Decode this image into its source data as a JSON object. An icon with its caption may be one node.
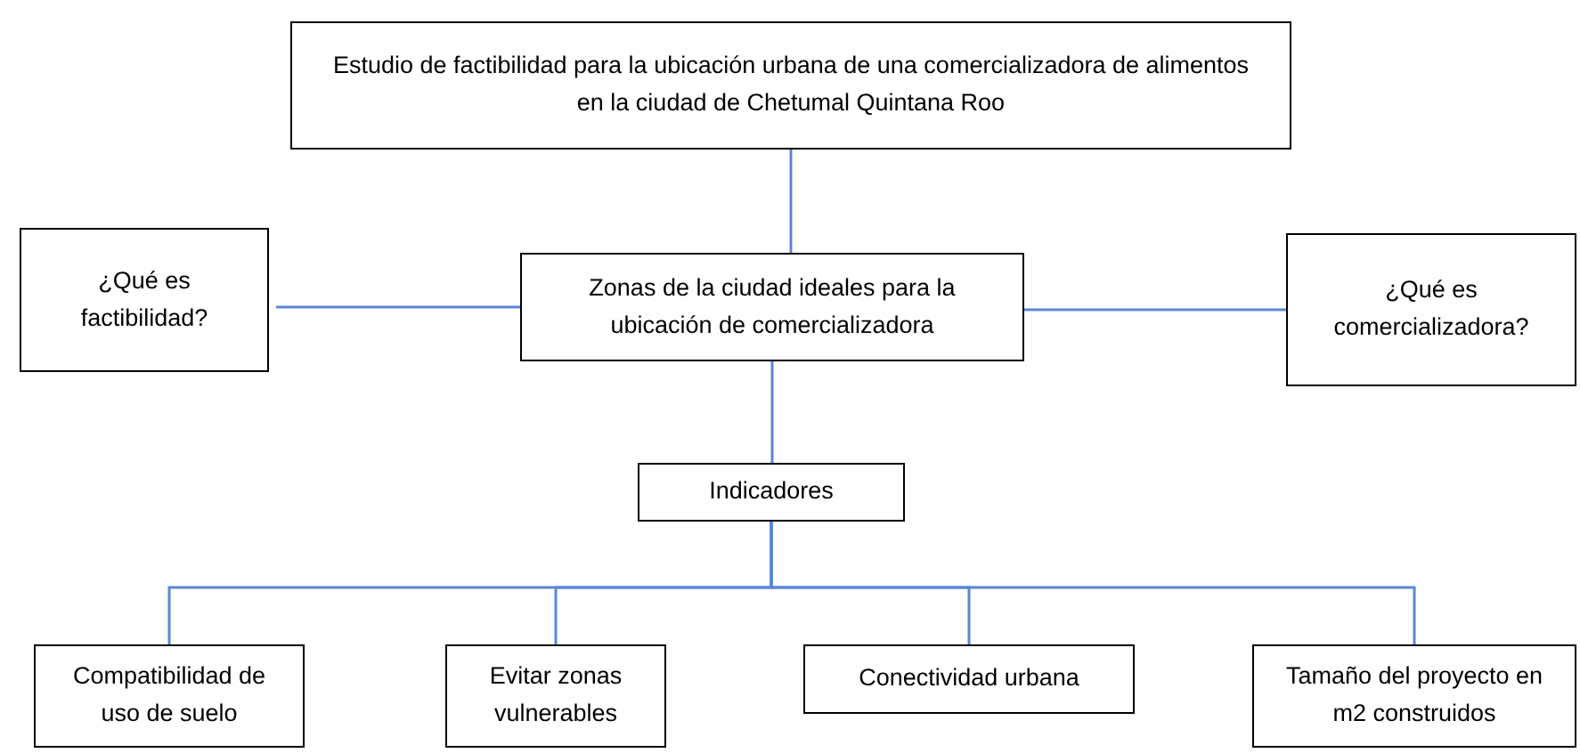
{
  "diagram": {
    "nodes": [
      {
        "text": [
          "Estudio de factibilidad para la ubicación urbana de una comercializadora de alimentos en la ciudad de Chetumal Quintana Roo"
        ]
      },
      {
        "text": [
          "¿Qué es factibilidad?"
        ]
      },
      {
        "text": [
          "Zonas de la ciudad ideales para la ubicación de comercializadora"
        ]
      },
      {
        "text": [
          "¿Qué es comercializadora?"
        ]
      },
      {
        "text": [
          "Indicadores"
        ]
      },
      {
        "text": [
          "Compatibilidad de uso de suelo"
        ]
      },
      {
        "text": [
          "Evitar zonas vulnerables"
        ]
      },
      {
        "text": [
          "Conectividad urbana"
        ]
      },
      {
        "text": [
          "Tamaño del proyecto en m2 construidos"
        ]
      }
    ],
    "edges": [
      {
        "from": 0,
        "to": 2,
        "arrow": "none"
      },
      {
        "from": 2,
        "to": 1,
        "arrow": "none"
      },
      {
        "from": 2,
        "to": 3,
        "arrow": "none"
      },
      {
        "from": 2,
        "to": 4,
        "arrow": "none"
      },
      {
        "from": 4,
        "to": 5,
        "arrow": "none"
      },
      {
        "from": 4,
        "to": 6,
        "arrow": "none"
      },
      {
        "from": 4,
        "to": 7,
        "arrow": "none"
      },
      {
        "from": 4,
        "to": 8,
        "arrow": "none"
      }
    ]
  }
}
